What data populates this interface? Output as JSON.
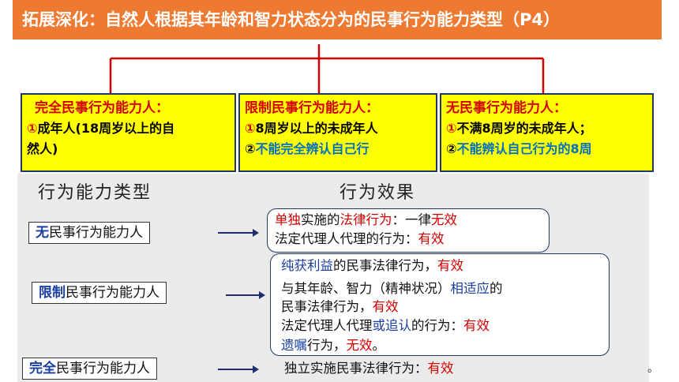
{
  "banner": {
    "title": "拓展深化：自然人根据其年龄和智力状态分为的民事行为能力类型（P4）"
  },
  "cards": [
    {
      "title": "完全民事行为能力人：",
      "l1_num": "①",
      "l1_text": "成年人(18周岁以上的自",
      "l2_num": "",
      "l2_text": "然人)"
    },
    {
      "title": "限制民事行为能力人：",
      "l1_num": "①",
      "l1_text": "8周岁以上的未成年人",
      "l2_num": "②",
      "l2_text": "不能完全辨认自己行"
    },
    {
      "title": "无民事行为能力人：",
      "l1_num": "①",
      "l1_text": "不满8周岁的未成年人；",
      "l2_num": "②",
      "l2_text": "不能辨认自己行为的8周"
    }
  ],
  "table": {
    "header_type": "行为能力类型",
    "header_effect": "行为效果",
    "rows": [
      {
        "kw": "无",
        "rest": "民事行为能力人"
      },
      {
        "kw": "限制",
        "rest": "民事行为能力人"
      },
      {
        "kw": "完全",
        "rest": "民事行为能力人"
      }
    ],
    "effects": {
      "none_1": {
        "a": "单独",
        "b": "实施的",
        "c": "法律行为",
        "d": "：一律",
        "e": "无效"
      },
      "none_2": {
        "a": "法定代理人代理的行为：",
        "b": "有效"
      },
      "limited_1": {
        "a": "纯获利益",
        "b": "的民事法律行为，",
        "c": "有效"
      },
      "limited_2": {
        "a": "与其年龄、智力（精神状况）",
        "b": "相适应",
        "c": "的"
      },
      "limited_3": {
        "a": "民事法律行为，",
        "b": "有效"
      },
      "limited_4": {
        "a": "法定代理人代理",
        "b": "或追认",
        "c": "的行为：",
        "d": "有效"
      },
      "limited_5": {
        "a": "遗嘱",
        "b": "行为，",
        "c": "无效",
        "d": "。"
      },
      "full_1": {
        "a": "独立实施民事法律行为：",
        "b": "有效"
      }
    },
    "stray_mark": "。"
  },
  "colors": {
    "banner": "#ee7a32",
    "card": "#ffff00",
    "red": "#d40000",
    "blue": "#1a3fa0"
  }
}
